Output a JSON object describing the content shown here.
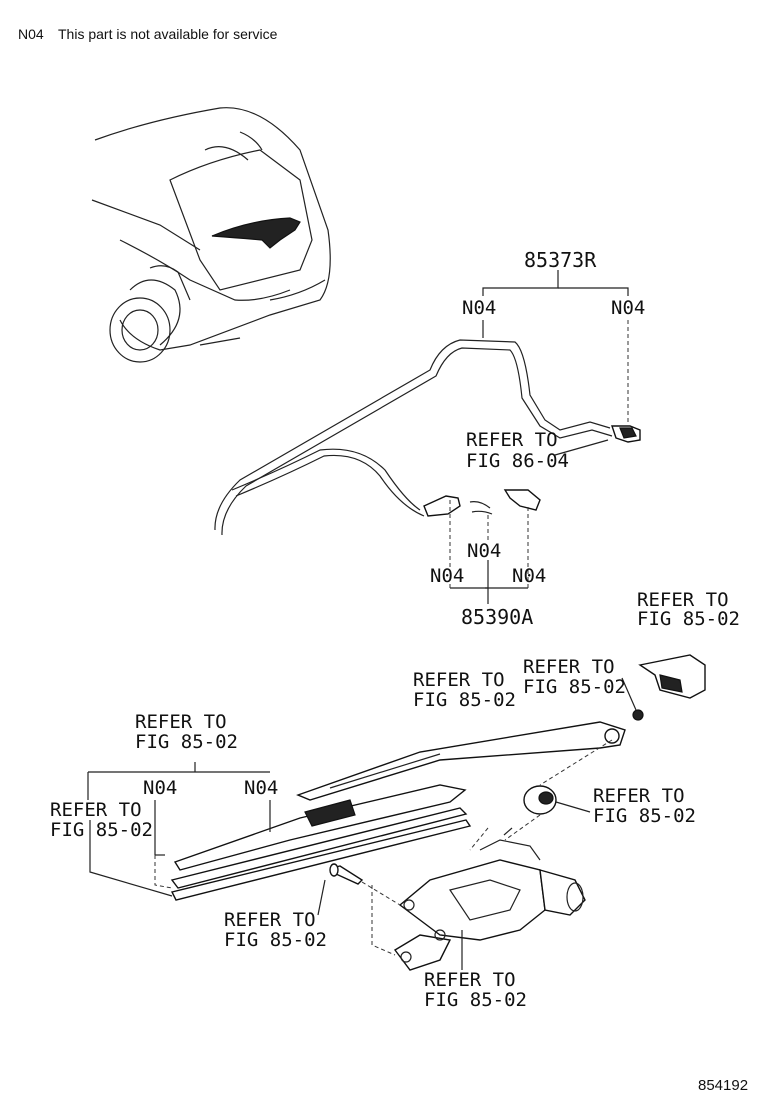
{
  "note": {
    "code": "N04",
    "text": "This part is not available for service"
  },
  "parts": {
    "hose_rear": "85373R",
    "hose_nozzle": "85390A"
  },
  "labels": {
    "n04": "N04",
    "refer_to": "REFER TO",
    "fig_86_04": "FIG 86-04",
    "fig_85_02": "FIG 85-02"
  },
  "figure_id": "854192"
}
